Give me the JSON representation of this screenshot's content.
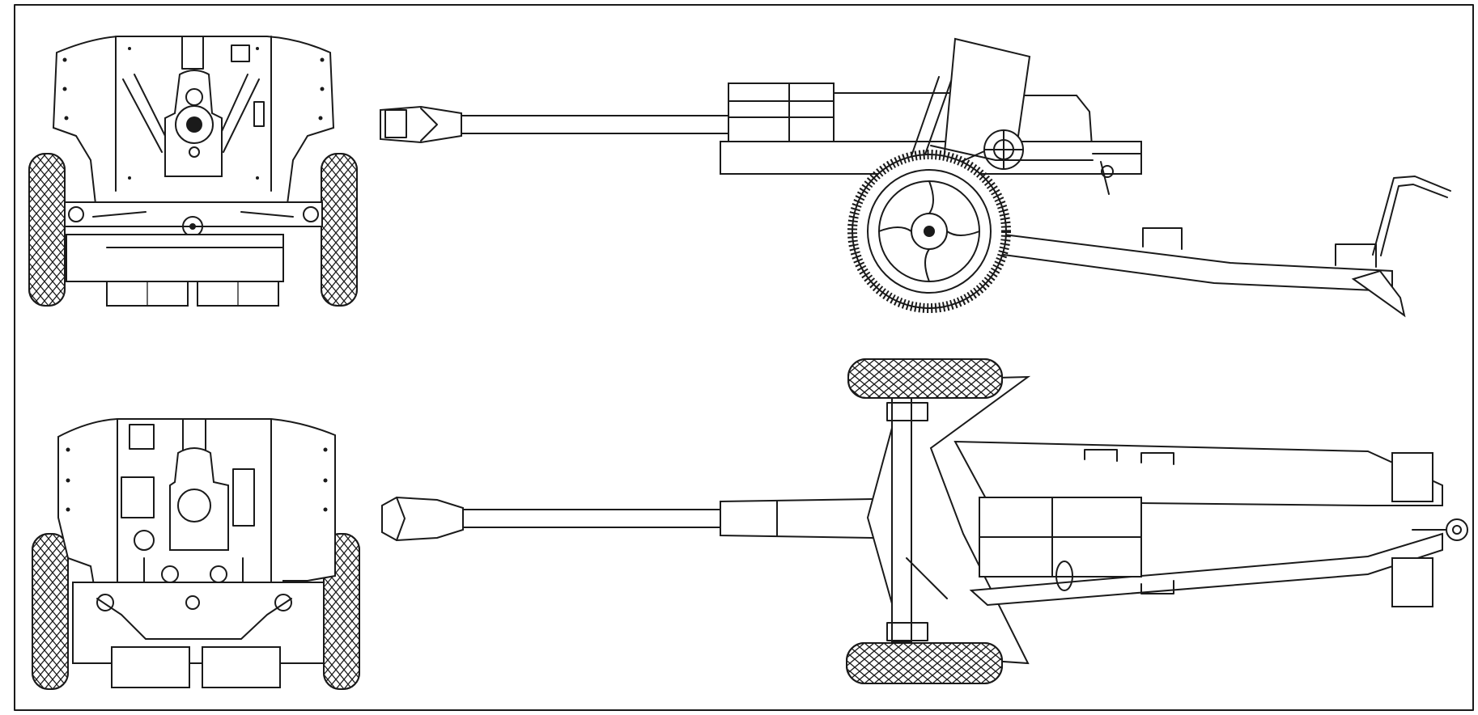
{
  "drawing": {
    "views": [
      {
        "id": "front-view",
        "label": ""
      },
      {
        "id": "side-view",
        "label": ""
      },
      {
        "id": "rear-view",
        "label": ""
      },
      {
        "id": "top-view",
        "label": ""
      }
    ],
    "colors": {
      "paper": "#ffffff",
      "ink": "#1a1a1a"
    }
  }
}
